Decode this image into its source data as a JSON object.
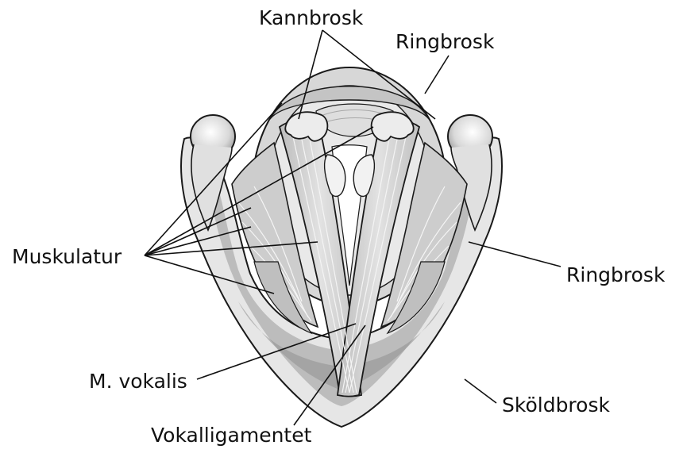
{
  "labels": {
    "kannbrosk": "Kannbrosk",
    "ringbrosk_top": "Ringbrosk",
    "muskulatur": "Muskulatur",
    "ringbrosk_right": "Ringbrosk",
    "m_vokalis": "M. vokalis",
    "skoldbrosk": "Sköldbrosk",
    "vokalligamentet": "Vokalligamentet"
  },
  "colors": {
    "outline": "#1a1a1a",
    "cartilage_light": "#ececec",
    "cartilage_mid": "#c9c9c9",
    "cartilage_dark": "#9a9a9a",
    "muscle": "#d4d4d4",
    "fiber": "#f7f7f7"
  }
}
